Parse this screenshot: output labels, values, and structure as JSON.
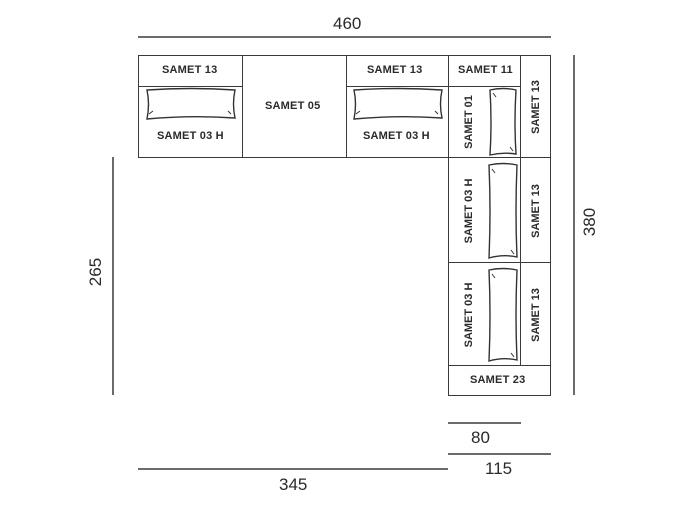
{
  "diagram": {
    "type": "sectional-sofa-layout",
    "dimensions": {
      "overall_width": "460",
      "overall_depth": "380",
      "left_depth": "265",
      "seat_run": "345",
      "chaise_seat_width": "80",
      "chaise_total_width": "115"
    },
    "modules": {
      "top_left_back": "SAMET 13",
      "top_left_seat": "SAMET 03 H",
      "top_middle": "SAMET 05",
      "top_center_back": "SAMET 13",
      "top_center_seat": "SAMET 03 H",
      "corner_back": "SAMET 11",
      "corner_seat": "SAMET 01",
      "corner_side_back": "SAMET 13",
      "right_mid_seat": "SAMET 03 H",
      "right_mid_back": "SAMET 13",
      "right_low_seat": "SAMET 03 H",
      "right_low_back": "SAMET 13",
      "bottom_end": "SAMET 23"
    },
    "colors": {
      "outline": "#3a3a3a",
      "dimension_line": "#6b6b6b",
      "background": "#ffffff"
    }
  }
}
